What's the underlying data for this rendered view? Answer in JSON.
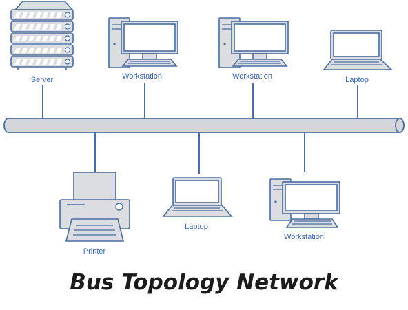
{
  "title": "Bus Topology Network",
  "nodes": [
    {
      "id": "server",
      "icon": "server-icon",
      "label": "Server"
    },
    {
      "id": "workstation-1",
      "icon": "workstation-icon",
      "label": "Workstation"
    },
    {
      "id": "workstation-2",
      "icon": "workstation-icon",
      "label": "Workstation"
    },
    {
      "id": "laptop-1",
      "icon": "laptop-icon",
      "label": "Laptop"
    },
    {
      "id": "printer",
      "icon": "printer-icon",
      "label": "Printer"
    },
    {
      "id": "laptop-2",
      "icon": "laptop-icon",
      "label": "Laptop"
    },
    {
      "id": "workstation-3",
      "icon": "workstation-icon",
      "label": "Workstation"
    }
  ],
  "colors": {
    "bus_fill": "#d4d6db",
    "line": "#4a6da0",
    "device_fill": "#dcdde0",
    "screen_fill": "#ffffff",
    "label": "#3a66a8",
    "title": "#1c1c1c"
  }
}
